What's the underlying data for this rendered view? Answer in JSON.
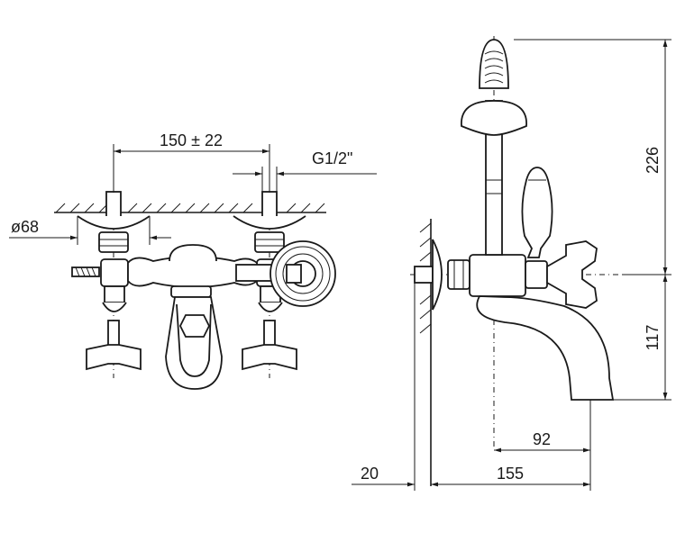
{
  "dimensions": {
    "spacing": "150 ± 22",
    "thread": "G1/2\"",
    "flange_diameter": "ø68",
    "hand_shower_height": "226",
    "spout_height": "117",
    "spout_reach": "92",
    "wall_offset": "20",
    "total_depth": "155"
  },
  "colors": {
    "line": "#1a1a1a",
    "background": "#ffffff"
  }
}
